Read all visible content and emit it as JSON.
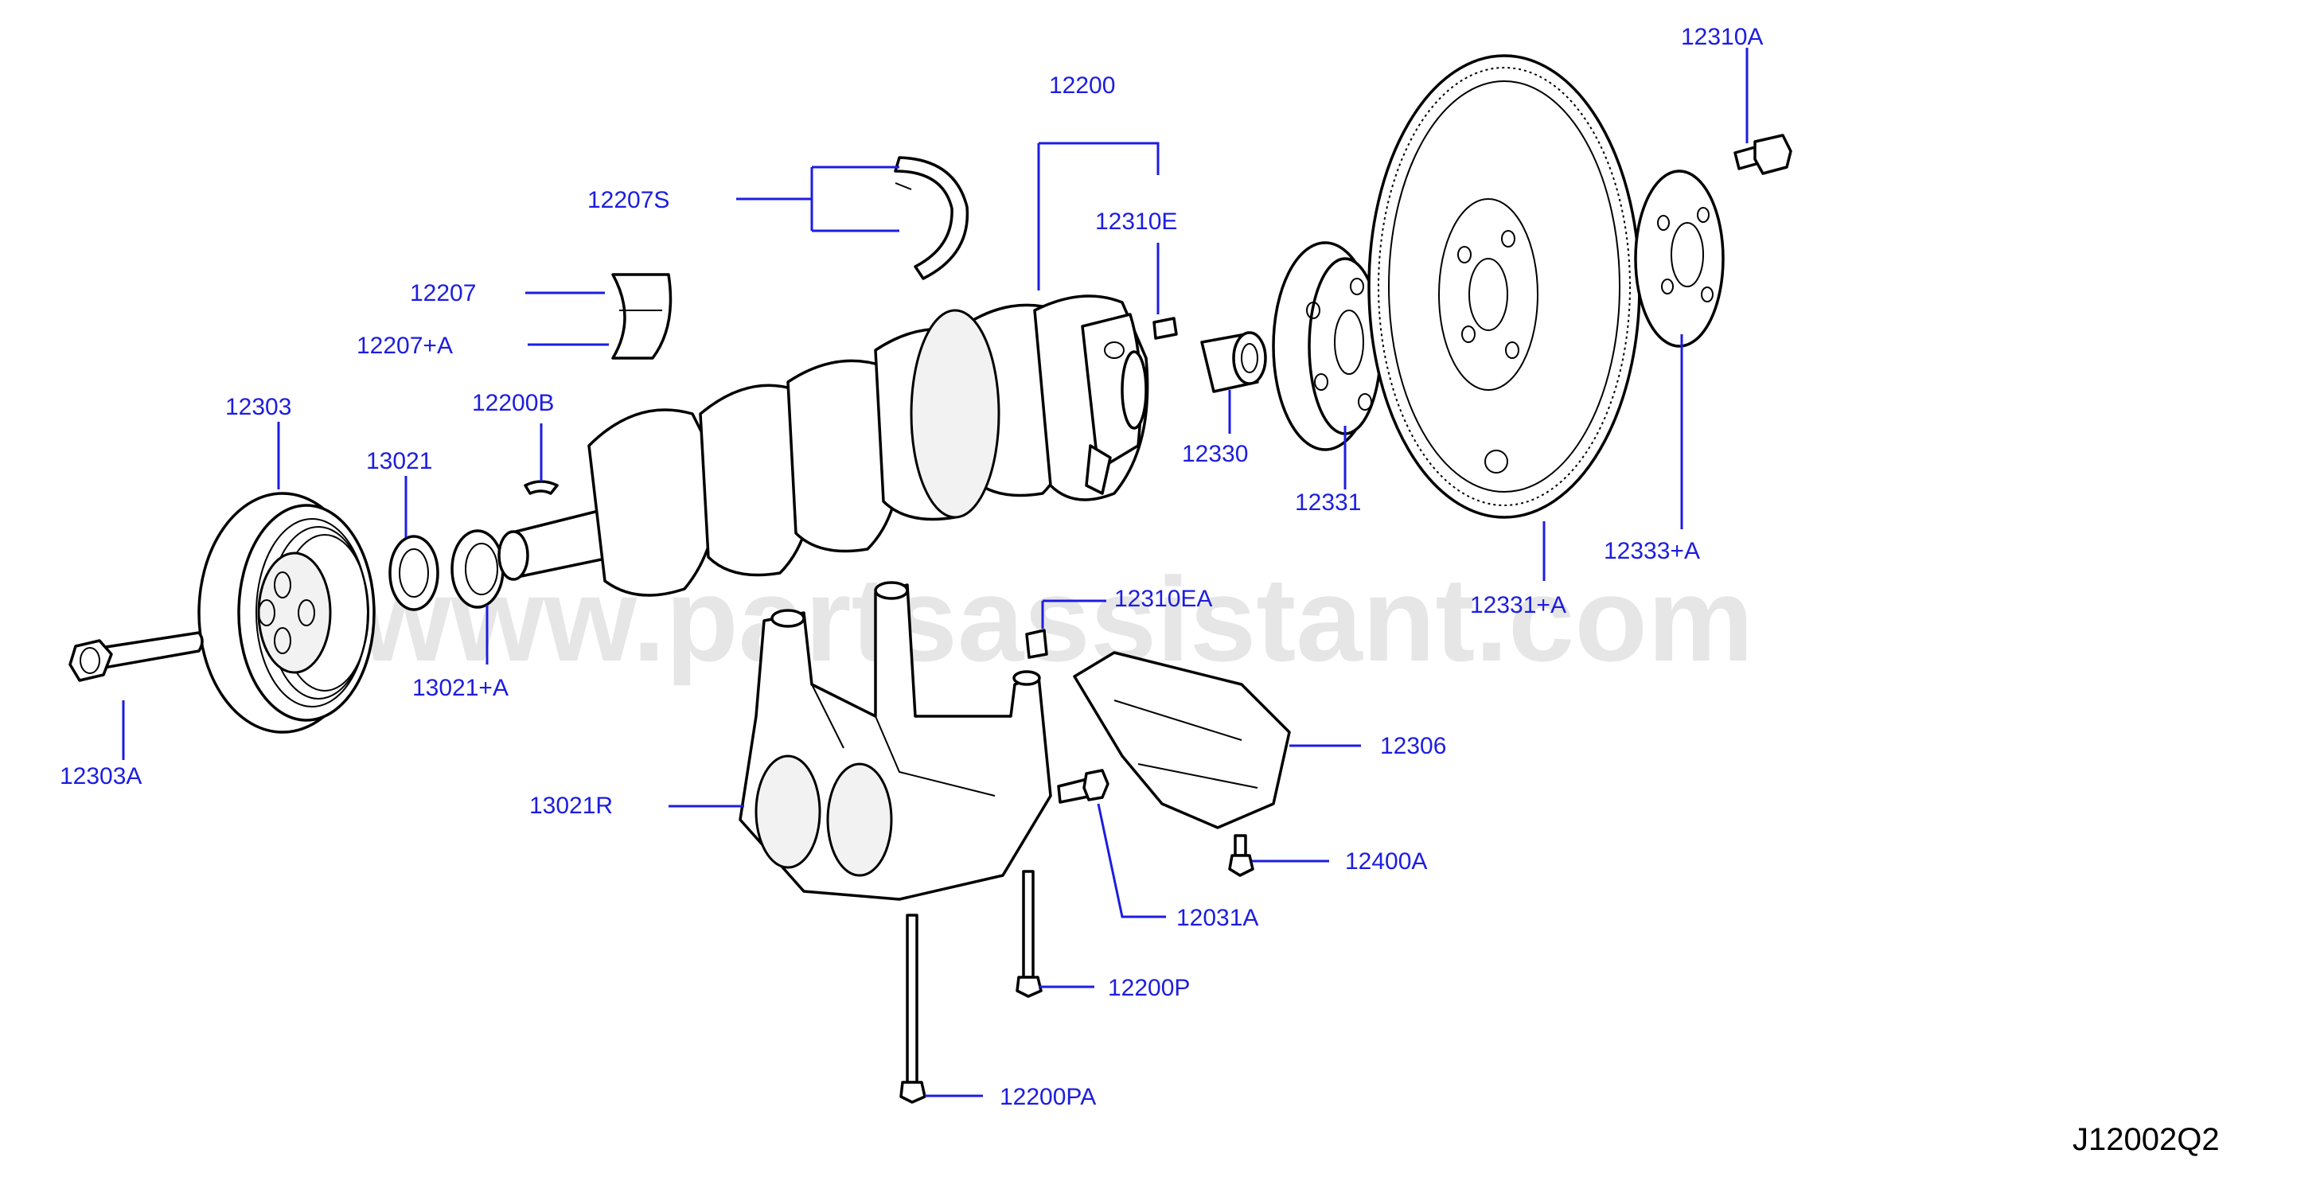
{
  "diagram": {
    "code": "J12002Q2",
    "watermark": "www.partsassistant.com",
    "accent_color": "#1d1de0",
    "callouts": {
      "p12200": "12200",
      "p12310A": "12310A",
      "p12207S": "12207S",
      "p12310E": "12310E",
      "p12207": "12207",
      "p12207A": "12207+A",
      "p12303": "12303",
      "p12200B": "12200B",
      "p13021": "13021",
      "p12330": "12330",
      "p12331": "12331",
      "p12333A": "12333+A",
      "p12331A": "12331+A",
      "p12310EA": "12310EA",
      "p13021A": "13021+A",
      "p12303A": "12303A",
      "p12306": "12306",
      "p13021R": "13021R",
      "p12400A": "12400A",
      "p12031A": "12031A",
      "p12200P": "12200P",
      "p12200PA": "12200PA"
    }
  }
}
